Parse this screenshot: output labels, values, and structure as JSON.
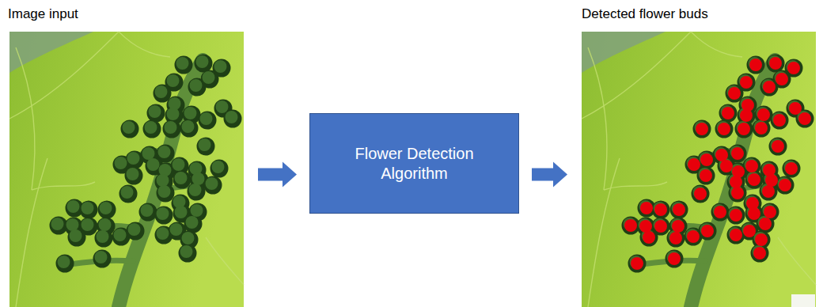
{
  "diagram": {
    "nodes": [
      {
        "text": [
          "Image input"
        ]
      },
      {
        "text": [
          "Flower Detection Algorithm"
        ]
      },
      {
        "text": [
          "Detected flower buds"
        ]
      }
    ],
    "edges": [
      {
        "from": 0,
        "to": 1,
        "arrow": "to"
      },
      {
        "from": 1,
        "to": 2,
        "arrow": "to"
      }
    ]
  }
}
